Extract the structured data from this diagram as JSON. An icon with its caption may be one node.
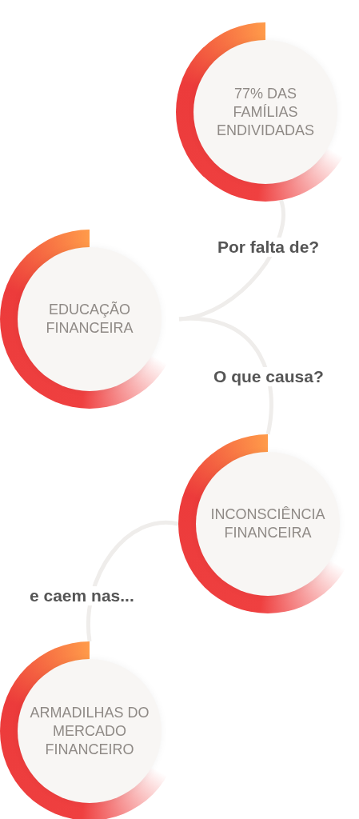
{
  "diagram": {
    "nodes": [
      {
        "text": [
          "77% DAS FAMÍLIAS ENDIVIDADAS"
        ]
      },
      {
        "text": [
          "EDUCAÇÃO FINANCEIRA"
        ]
      },
      {
        "text": [
          "INCONSCIÊNCIA FINANCEIRA"
        ]
      },
      {
        "text": [
          "ARMADILHAS DO MERCADO FINANCEIRO"
        ]
      }
    ],
    "edges": [
      {
        "from": 0,
        "to": 1,
        "arrow": "none",
        "label": "Por falta de?"
      },
      {
        "from": 1,
        "to": 2,
        "arrow": "none",
        "label": "O que causa?"
      },
      {
        "from": 2,
        "to": 3,
        "arrow": "none",
        "label": "e caem nas..."
      }
    ]
  }
}
